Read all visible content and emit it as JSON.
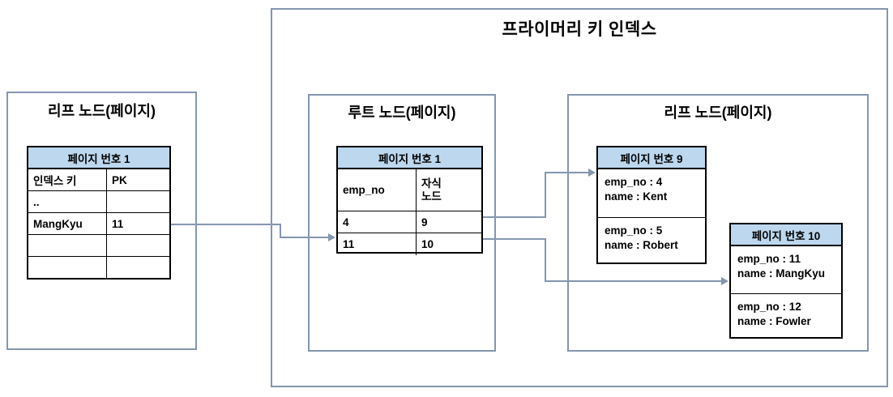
{
  "diagram": {
    "title": "프라이머리 키 인덱스",
    "groups": {
      "secondary_leaf": {
        "title": "리프 노드(페이지)"
      },
      "root": {
        "title": "루트 노드(페이지)"
      },
      "clustered_leaf": {
        "title": "리프 노드(페이지)"
      }
    }
  },
  "secondary_index_page": {
    "header": "페이지 번호 1",
    "columns": [
      "인덱스 키",
      "PK"
    ],
    "rows": [
      {
        "key": "..",
        "pk": ""
      },
      {
        "key": "MangKyu",
        "pk": "11"
      },
      {
        "key": "",
        "pk": ""
      },
      {
        "key": "",
        "pk": ""
      }
    ]
  },
  "root_page": {
    "header": "페이지 번호 1",
    "columns": [
      "emp_no",
      "자식\n노드"
    ],
    "column_child_line1": "자식",
    "column_child_line2": "노드",
    "rows": [
      {
        "emp_no": "4",
        "child_node": "9"
      },
      {
        "emp_no": "11",
        "child_node": "10"
      }
    ]
  },
  "leaf_page_9": {
    "header": "페이지 번호 9",
    "records": [
      {
        "line1": "emp_no : 4",
        "line2": "name : Kent"
      },
      {
        "line1": "emp_no : 5",
        "line2": "name : Robert"
      }
    ]
  },
  "leaf_page_10": {
    "header": "페이지 번호 10",
    "records": [
      {
        "line1": "emp_no : 11",
        "line2": "name : MangKyu"
      },
      {
        "line1": "emp_no : 12",
        "line2": "name : Fowler"
      }
    ]
  },
  "colors": {
    "header_fill": "#bdd7ee",
    "connector": "#8496b0",
    "container_border": "#8496b0",
    "table_border": "#000000",
    "background": "#ffffff"
  }
}
